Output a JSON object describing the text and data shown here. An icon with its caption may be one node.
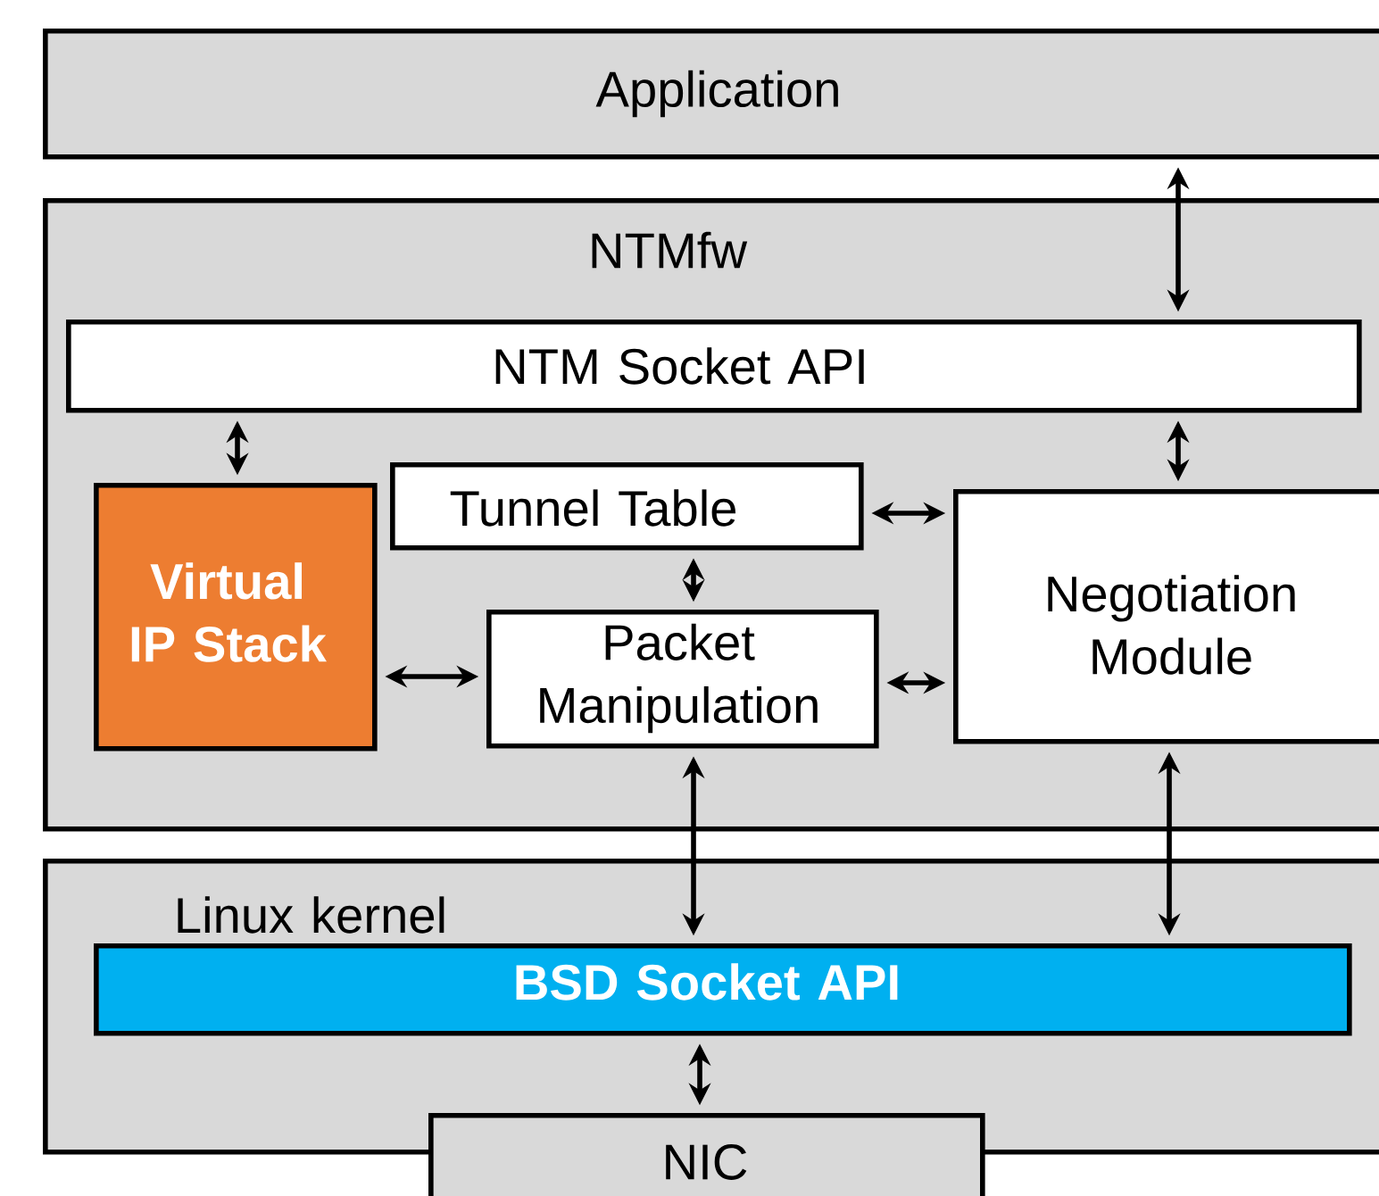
{
  "diagram": {
    "nodes": [
      {
        "text": [
          "Application"
        ]
      },
      {
        "text": [
          "NTMfw"
        ]
      },
      {
        "text": [
          "NTM Socket API"
        ],
        "in": 1
      },
      {
        "text": [
          "Virtual IP Stack"
        ],
        "in": 1
      },
      {
        "text": [
          "Tunnel Table"
        ],
        "in": 1
      },
      {
        "text": [
          "Packet Manipulation"
        ],
        "in": 1
      },
      {
        "text": [
          "Negotiation Module"
        ],
        "in": 1
      },
      {
        "text": [
          "Linux kernel"
        ]
      },
      {
        "text": [
          "BSD Socket API"
        ],
        "in": 7
      },
      {
        "text": [
          "NIC"
        ]
      }
    ],
    "edges": [
      {
        "from": 0,
        "to": 2,
        "arrow": "both"
      },
      {
        "from": 2,
        "to": 3,
        "arrow": "both"
      },
      {
        "from": 2,
        "to": 6,
        "arrow": "both"
      },
      {
        "from": 4,
        "to": 6,
        "arrow": "both"
      },
      {
        "from": 4,
        "to": 5,
        "arrow": "both"
      },
      {
        "from": 3,
        "to": 5,
        "arrow": "both"
      },
      {
        "from": 5,
        "to": 6,
        "arrow": "both"
      },
      {
        "from": 5,
        "to": 8,
        "arrow": "both"
      },
      {
        "from": 6,
        "to": 8,
        "arrow": "both"
      },
      {
        "from": 8,
        "to": 9,
        "arrow": "both"
      }
    ]
  }
}
